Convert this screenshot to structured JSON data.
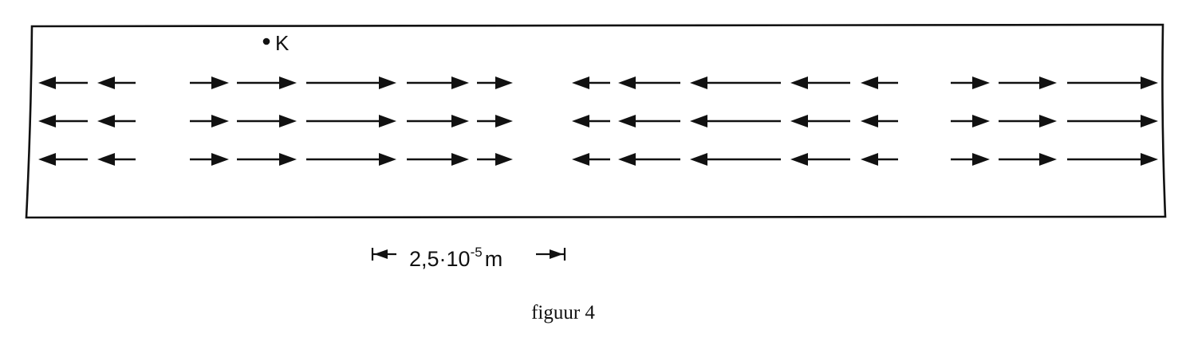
{
  "point_label": "K",
  "scale_bar": {
    "base": "2,5·10",
    "exponent": "-5",
    "unit": "m"
  },
  "caption": "figuur 4",
  "arrow_rows": 3,
  "arrow_directions": [
    "left",
    "left",
    "right",
    "right",
    "right",
    "right",
    "right",
    "left",
    "left",
    "left",
    "left",
    "left",
    "right",
    "right",
    "right"
  ]
}
